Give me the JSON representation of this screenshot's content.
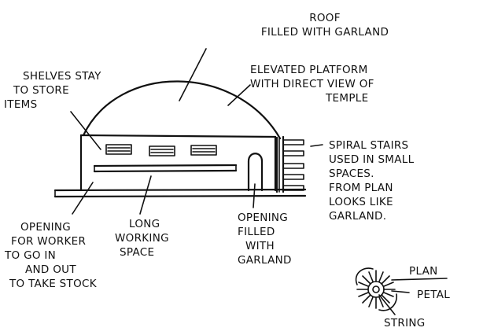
{
  "labels": {
    "roof": [
      "ROOF",
      "FILLED WITH GARLAND"
    ],
    "platform": [
      "ELEVATED PLATFORM",
      "WITH DIRECT VIEW OF",
      "TEMPLE"
    ],
    "shelves": [
      "SHELVES STAY",
      "TO STORE",
      "ITEMS"
    ],
    "stairs": [
      "SPIRAL STAIRS",
      "USED IN SMALL",
      "SPACES.",
      "FROM PLAN",
      "LOOKS LIKE",
      "GARLAND."
    ],
    "opening_worker": [
      "OPENING",
      "FOR WORKER",
      "TO GO IN",
      "AND OUT",
      "TO TAKE STOCK"
    ],
    "workspace": [
      "LONG",
      "WORKING",
      "SPACE"
    ],
    "opening_garland": [
      "OPENING",
      "FILLED",
      "WITH",
      "GARLAND"
    ],
    "plan": "PLAN",
    "petal": "PETAL",
    "string": "STRING"
  }
}
